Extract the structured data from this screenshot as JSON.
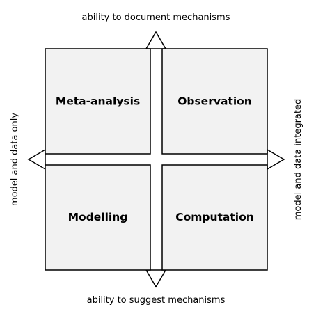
{
  "axes": {
    "top": "ability to document mechanisms",
    "bottom": "ability to suggest mechanisms",
    "left": "model and data only",
    "right": "model and data integrated"
  },
  "quadrants": {
    "top_left": "Meta-analysis",
    "top_right": "Observation",
    "bottom_left": "Modelling",
    "bottom_right": "Computation"
  },
  "colors": {
    "box_fill": "#f2f2f2",
    "stroke": "#000000",
    "background": "#ffffff"
  }
}
